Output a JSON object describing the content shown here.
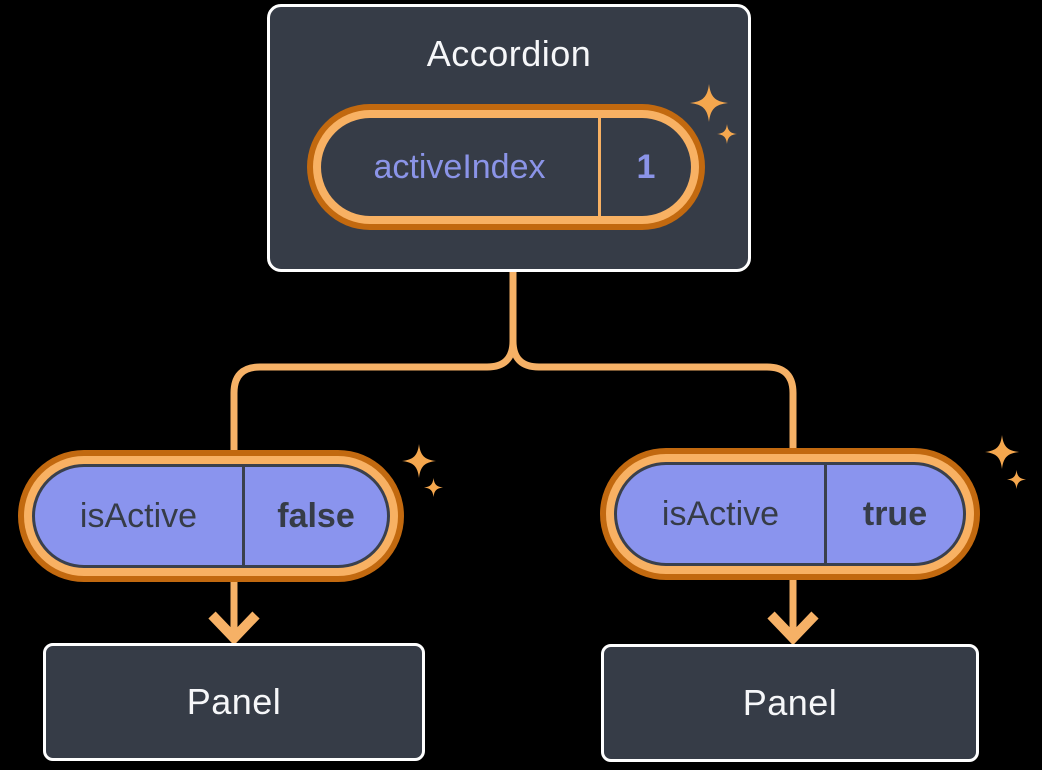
{
  "diagram": {
    "root": {
      "title": "Accordion",
      "state": {
        "name": "activeIndex",
        "value": "1"
      }
    },
    "children": [
      {
        "prop_name": "isActive",
        "prop_value": "false",
        "panel_title": "Panel"
      },
      {
        "prop_name": "isActive",
        "prop_value": "true",
        "panel_title": "Panel"
      }
    ]
  },
  "icons": {
    "sparkle": "four-point-star-sparkle"
  },
  "colors": {
    "background": "#000000",
    "box_fill": "#363C47",
    "box_border": "#FFFFFF",
    "light_text": "#F6F7F9",
    "dark_text": "#363C47",
    "purple_fill": "#8A94EE",
    "purple_text": "#8B94E8",
    "orange_light": "#F6B166",
    "orange_ring_light": "#F8B163",
    "orange_ring_dark": "#C2690F",
    "sparkle_orange": "#F5A74E",
    "divider_dark": "#3A404C"
  }
}
